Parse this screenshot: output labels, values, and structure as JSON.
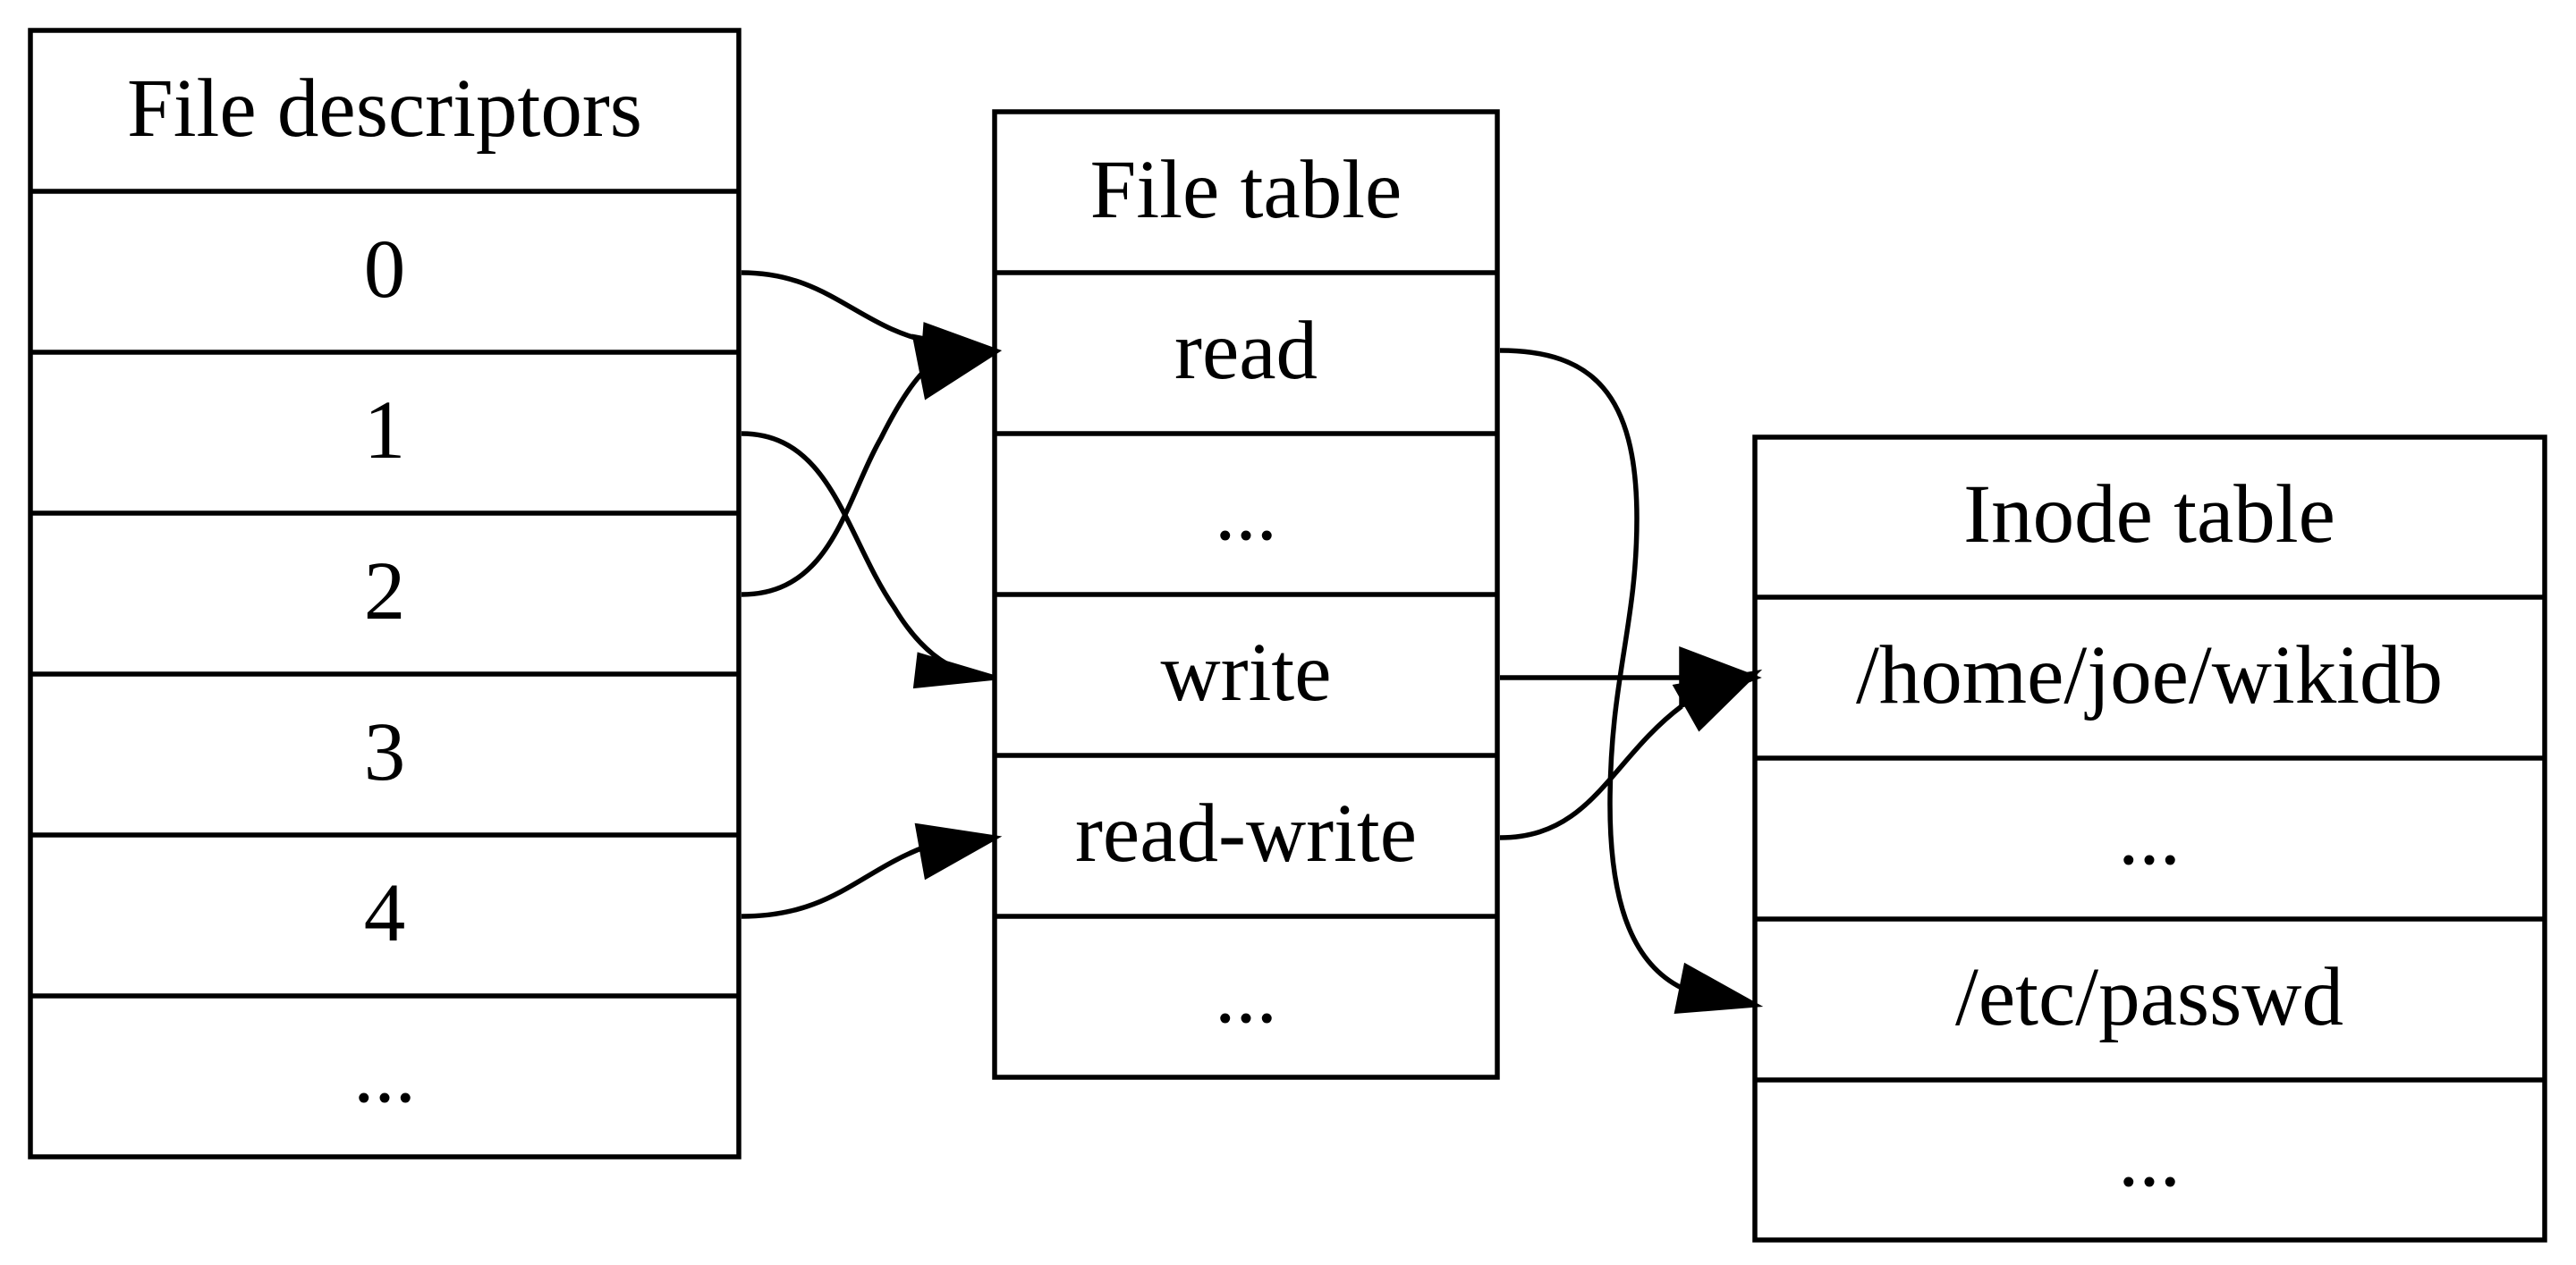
{
  "tables": [
    {
      "id": "fd",
      "header": "File descriptors",
      "rows": [
        "0",
        "1",
        "2",
        "3",
        "4",
        "..."
      ]
    },
    {
      "id": "ft",
      "header": "File table",
      "rows": [
        "read",
        "...",
        "write",
        "read-write",
        "..."
      ]
    },
    {
      "id": "it",
      "header": "Inode table",
      "rows": [
        "/home/joe/wikidb",
        "...",
        "/etc/passwd",
        "..."
      ]
    }
  ],
  "edges": [
    {
      "from": "fd.0",
      "to": "ft.read"
    },
    {
      "from": "fd.1",
      "to": "ft.write"
    },
    {
      "from": "fd.2",
      "to": "ft.read"
    },
    {
      "from": "fd.4",
      "to": "ft.read-write"
    },
    {
      "from": "ft.read",
      "to": "it./etc/passwd"
    },
    {
      "from": "ft.write",
      "to": "it./home/joe/wikidb"
    },
    {
      "from": "ft.read-write",
      "to": "it./home/joe/wikidb"
    }
  ]
}
